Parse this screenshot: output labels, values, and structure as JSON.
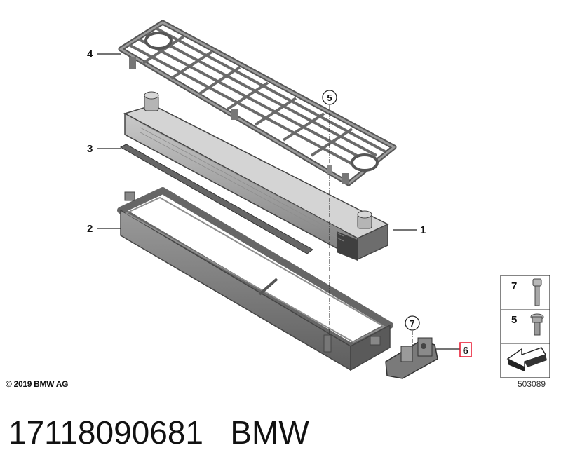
{
  "callouts": {
    "c1": "1",
    "c2": "2",
    "c3": "3",
    "c4": "4",
    "c5": "5",
    "c6": "6",
    "c7": "7"
  },
  "legend": {
    "top_number": "7",
    "middle_number": "5"
  },
  "colors": {
    "highlight": "#e8102a",
    "part_grey": "#8a8a8a",
    "part_dark": "#555555",
    "line": "#222222"
  },
  "copyright": "© 2019 BMW AG",
  "diagram_id": "503089",
  "part_number": "17118090681",
  "brand": "BMW"
}
